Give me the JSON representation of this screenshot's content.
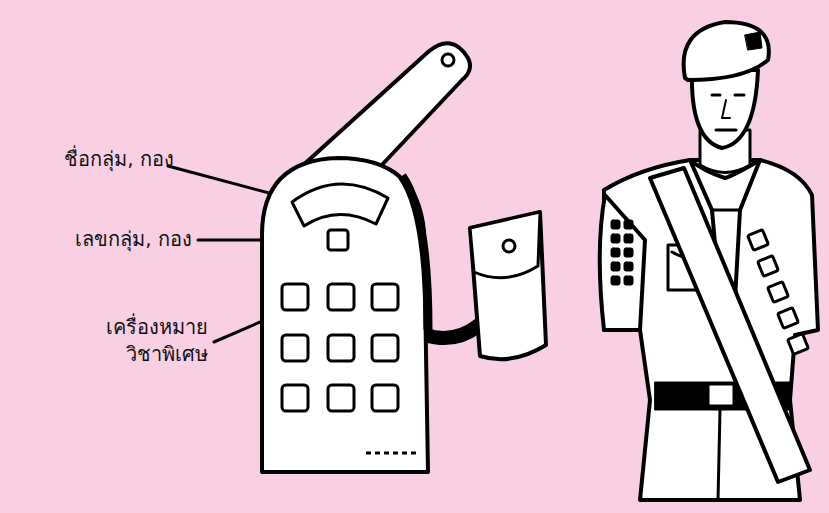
{
  "diagram": {
    "labels": [
      "ชื่อกลุ่ม, กอง",
      "เลขกลุ่ม, กอง",
      "เครื่องหมาย วิชาพิเศษ"
    ]
  }
}
